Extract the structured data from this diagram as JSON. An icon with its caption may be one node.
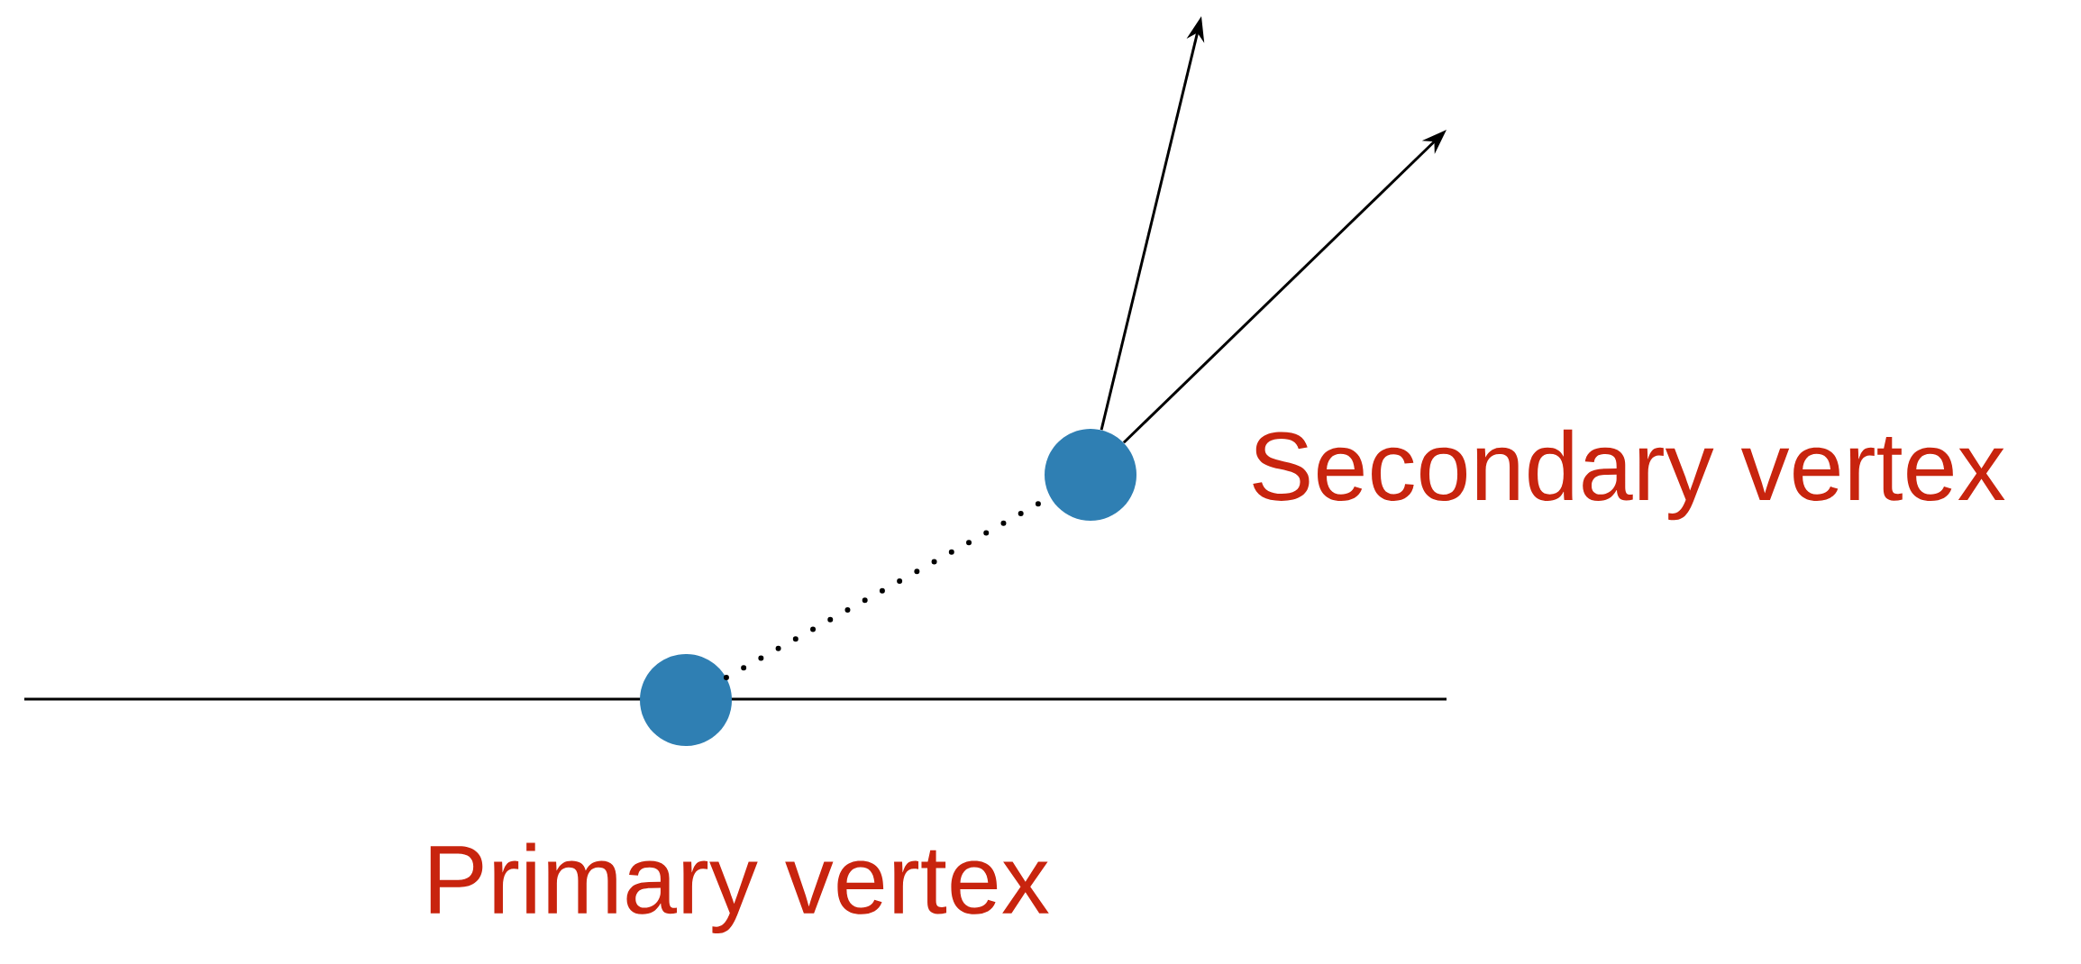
{
  "diagram": {
    "nodes": [
      {
        "text": [],
        "shape": "circle",
        "beside": [
          "Primary vertex"
        ]
      },
      {
        "text": [],
        "shape": "circle",
        "beside": [
          "Secondary vertex"
        ]
      }
    ],
    "edges": [
      {
        "from": 0,
        "to": 1,
        "arrow": "none",
        "style": "dashed"
      },
      {
        "from": 1,
        "to": null,
        "arrow": "to"
      },
      {
        "from": 1,
        "to": null,
        "arrow": "to"
      }
    ]
  }
}
